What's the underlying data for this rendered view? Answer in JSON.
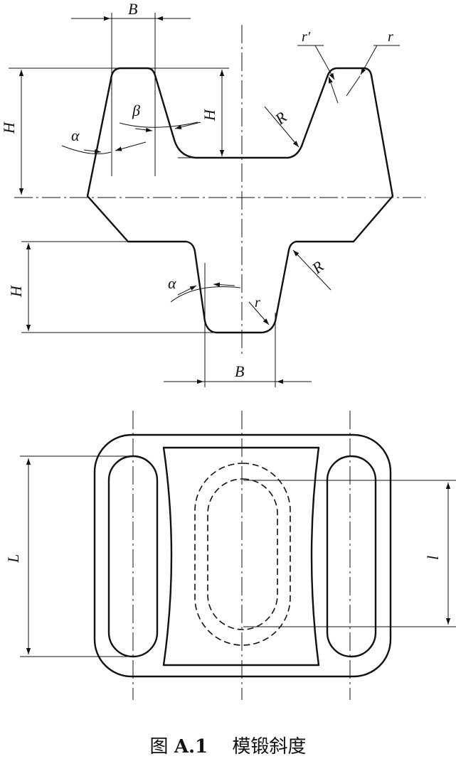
{
  "labels": {
    "B": "B",
    "H": "H",
    "alpha": "α",
    "beta": "β",
    "R": "R",
    "r": "r",
    "r_prime": "r′",
    "L": "L",
    "l": "l"
  },
  "caption": {
    "prefix": "图",
    "number": "A.1",
    "title": "模锻斜度"
  },
  "colors": {
    "ink": "#111111",
    "background": "#ffffff"
  }
}
